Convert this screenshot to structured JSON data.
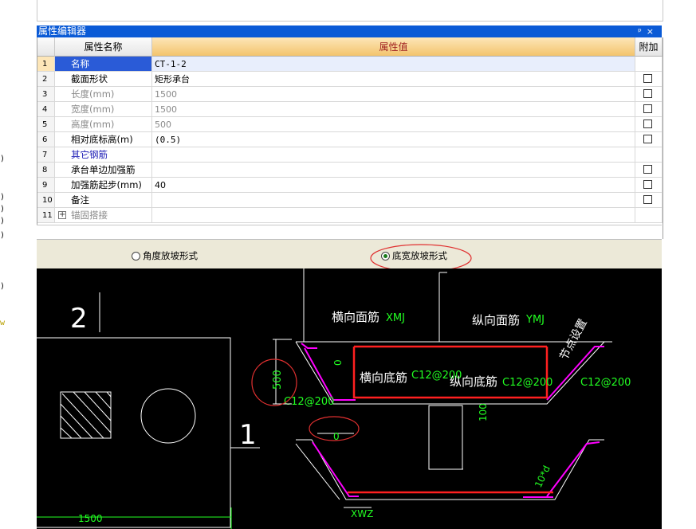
{
  "left_strip_glyphs": [
    ")",
    ")",
    ")",
    ")",
    ")",
    ")",
    "w"
  ],
  "panel": {
    "title": "属性编辑器",
    "pin_icon": "pin-icon",
    "close_icon": "close-icon",
    "pin_glyph": "ᵖ",
    "close_glyph": "×"
  },
  "grid": {
    "headers": {
      "name": "属性名称",
      "value": "属性值",
      "attach": "附加"
    },
    "rows": [
      {
        "num": "1",
        "name": "名称",
        "value": "CT-1-2",
        "checkbox": false
      },
      {
        "num": "2",
        "name": "截面形状",
        "value": "矩形承台",
        "checkbox": true
      },
      {
        "num": "3",
        "name": "长度(mm)",
        "value": "1500",
        "checkbox": true
      },
      {
        "num": "4",
        "name": "宽度(mm)",
        "value": "1500",
        "checkbox": true
      },
      {
        "num": "5",
        "name": "高度(mm)",
        "value": "500",
        "checkbox": true
      },
      {
        "num": "6",
        "name": "相对底标高(m)",
        "value": "(0.5)",
        "checkbox": true
      },
      {
        "num": "7",
        "name": "其它钢筋",
        "value": "",
        "checkbox": false
      },
      {
        "num": "8",
        "name": "承台单边加强筋",
        "value": "",
        "checkbox": true
      },
      {
        "num": "9",
        "name": "加强筋起步(mm)",
        "value": "40",
        "checkbox": true
      },
      {
        "num": "10",
        "name": "备注",
        "value": "",
        "checkbox": true
      },
      {
        "num": "11",
        "name": "锚固搭接",
        "value": "",
        "checkbox": false,
        "expand": "+"
      }
    ]
  },
  "radio": {
    "option_angle": "角度放坡形式",
    "option_width": "底宽放坡形式",
    "selected": "option_width"
  },
  "diagram": {
    "label_2": "2",
    "label_1": "1",
    "dim_1500": "1500",
    "heng_mian": "横向面筋",
    "xmj": "XMJ",
    "zong_mian": "纵向面筋",
    "ymj": "YMJ",
    "jiedian": "节点设置",
    "heng_di": "横向底筋",
    "c12_1": "C12@200",
    "zong_di": "纵向底筋",
    "c12_2": "C12@200",
    "c12_3": "C12@200",
    "c12_4": "C12@200",
    "dim_500": "500",
    "dim_0a": "0",
    "dim_0b": "0",
    "dim_100": "100",
    "xwz": "XWZ",
    "dim_10d": "10*d",
    "colors": {
      "red": "#ff2020",
      "magenta": "#ff00ff",
      "green": "#22ff22",
      "white": "#ffffff",
      "annot_red": "#e03030"
    }
  }
}
